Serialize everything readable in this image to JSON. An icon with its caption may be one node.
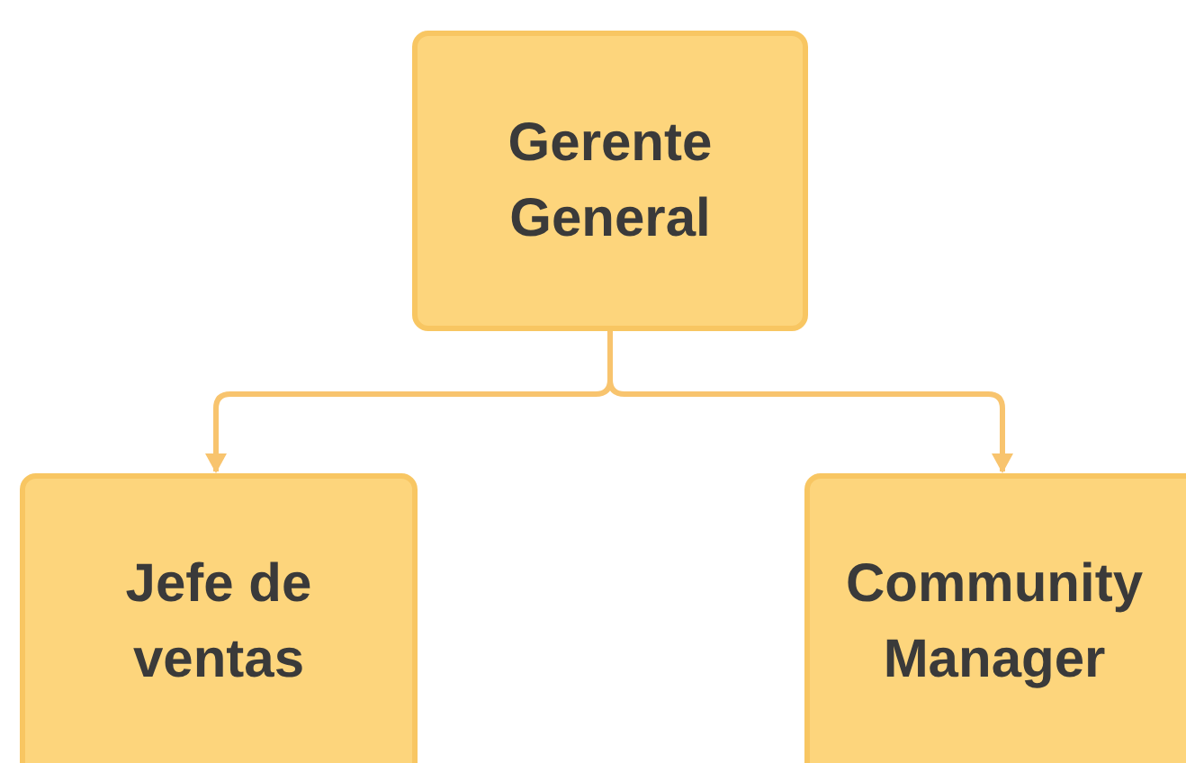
{
  "diagram": {
    "nodes": [
      {
        "text": [
          "Gerente General"
        ]
      },
      {
        "text": [
          "Jefe de ventas"
        ]
      },
      {
        "text": [
          "Community Manager"
        ]
      }
    ],
    "edges": [
      {
        "from": 0,
        "to": 1,
        "arrow": "to"
      },
      {
        "from": 0,
        "to": 2,
        "arrow": "to"
      }
    ]
  }
}
